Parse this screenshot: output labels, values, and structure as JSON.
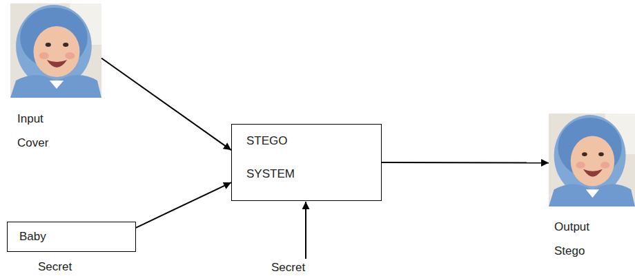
{
  "diagram": {
    "nodes": [
      {
        "text": [
          "Input Cover"
        ]
      },
      {
        "text": [
          "Baby",
          "Secret"
        ]
      },
      {
        "text": [
          "STEGO SYSTEM"
        ]
      },
      {
        "text": [
          "Output Stego"
        ]
      }
    ],
    "edges": [
      {
        "from": 0,
        "to": 2,
        "arrow": "to"
      },
      {
        "from": 1,
        "to": 2,
        "arrow": "to"
      },
      {
        "from": 2,
        "to": 3,
        "arrow": "to"
      }
    ],
    "labels": [
      "Secret"
    ]
  }
}
